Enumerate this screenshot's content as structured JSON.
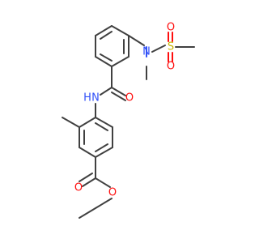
{
  "molecule": {
    "atoms": {
      "O_ester_carbonyl": "O",
      "O_ester_single": "O",
      "N_amide": "N",
      "H_amide": "H",
      "O_amide": "O",
      "N_sulfonamide": "N",
      "S": "S",
      "O_sulfonyl_1": "O",
      "O_sulfonyl_2": "O"
    }
  },
  "colors": {
    "bond": "#404040",
    "oxygen": "#ff0d0d",
    "nitrogen": "#3050f8",
    "sulfur": "#c8b400"
  }
}
